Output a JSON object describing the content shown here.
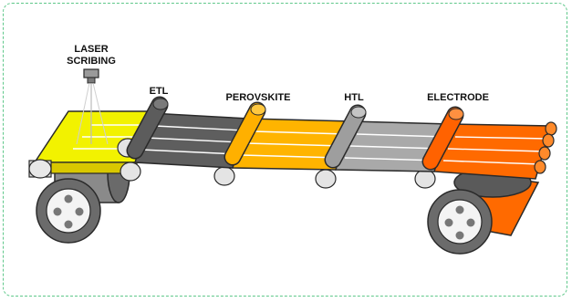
{
  "diagram": {
    "labels": {
      "laser_line1": "LASER",
      "laser_line2": "SCRIBING",
      "etl": "ETL",
      "perovskite": "PEROVSKITE",
      "htl": "HTL",
      "electrode": "ELECTRODE"
    },
    "colors": {
      "frame": "#5fc88a",
      "substrate_yellow": "#f2f200",
      "etl": "#5e5e5e",
      "perovskite": "#ffb400",
      "htl": "#a9a9a9",
      "electrode": "#ff6a00",
      "outline": "#2a2a2a"
    }
  }
}
